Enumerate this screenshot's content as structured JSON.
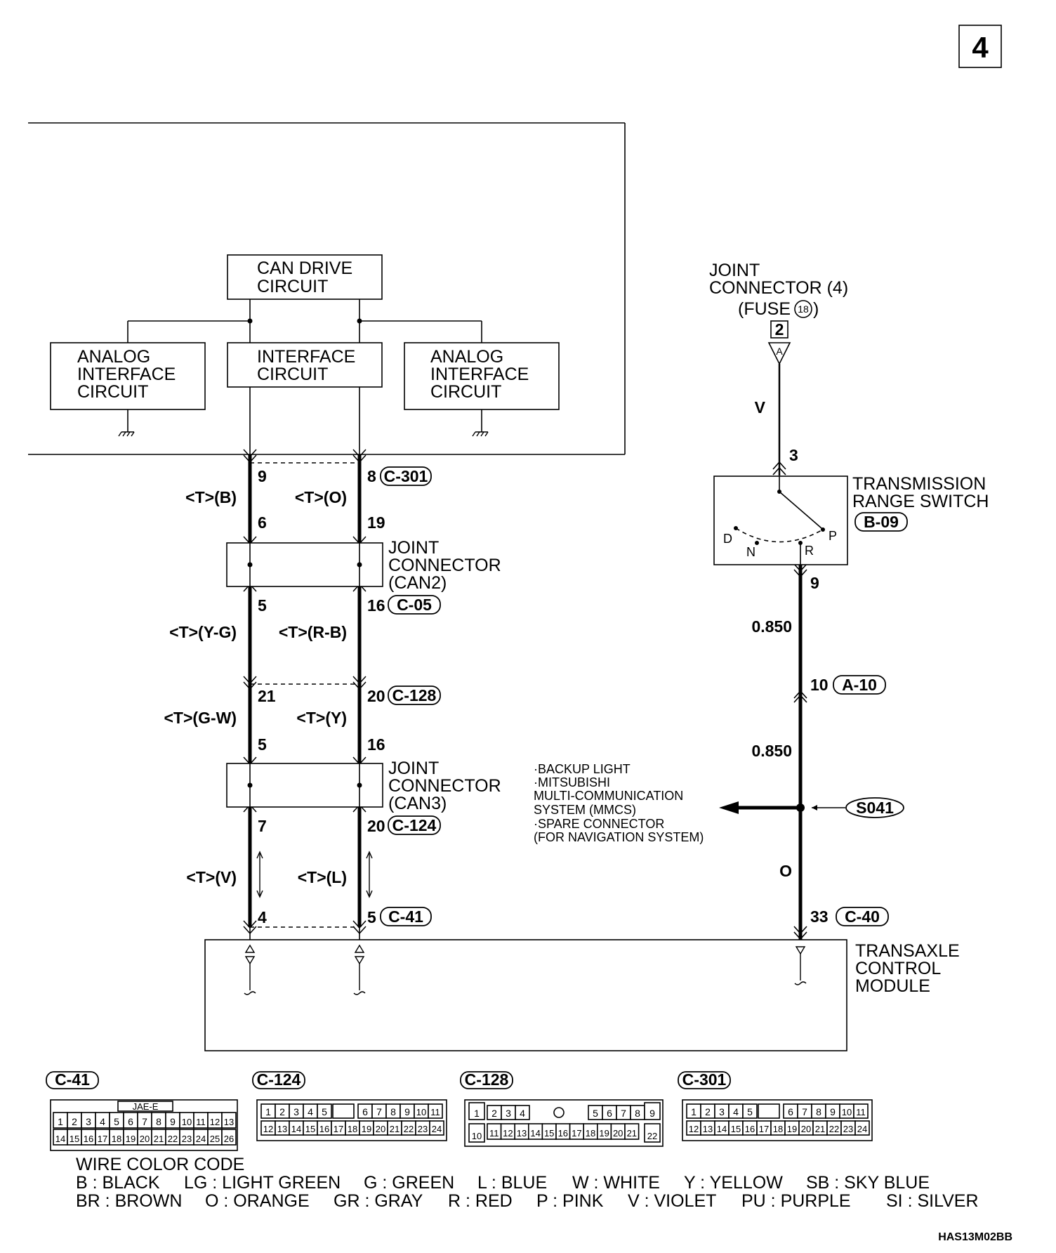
{
  "page_number": "4",
  "blocks": {
    "can_drive": [
      "CAN DRIVE",
      "CIRCUIT"
    ],
    "analog_left": [
      "ANALOG",
      "INTERFACE",
      "CIRCUIT"
    ],
    "interface": [
      "INTERFACE",
      "CIRCUIT"
    ],
    "analog_right": [
      "ANALOG",
      "INTERFACE",
      "CIRCUIT"
    ]
  },
  "joint_connector_top": {
    "lines": [
      "JOINT",
      "CONNECTOR (4)",
      "(FUSE"
    ],
    "fuse_num": "18",
    "pin": "2",
    "terminal": "A"
  },
  "transmission_range_switch": {
    "lines": [
      "TRANSMISSION",
      "RANGE SWITCH"
    ],
    "connector": "B-09",
    "positions": [
      "D",
      "N",
      "R",
      "P"
    ]
  },
  "joint_can2": [
    "JOINT",
    "CONNECTOR",
    "(CAN2)"
  ],
  "joint_can3": [
    "JOINT",
    "CONNECTOR",
    "(CAN3)"
  ],
  "tcm": [
    "TRANSAXLE",
    "CONTROL",
    "MODULE"
  ],
  "connectors": {
    "c301": "C-301",
    "c05": "C-05",
    "c128": "C-128",
    "c124": "C-124",
    "c41": "C-41",
    "a10": "A-10",
    "c40": "C-40"
  },
  "wire_labels": {
    "w1": "<T>(B)",
    "w2": "<T>(O)",
    "w3": "<T>(Y-G)",
    "w4": "<T>(R-B)",
    "w5": "<T>(G-W)",
    "w6": "<T>(Y)",
    "w7": "<T>(V)",
    "w8": "<T>(L)",
    "right_v": "V",
    "right_size1": "0.850",
    "right_size2": "0.850",
    "right_o": "O"
  },
  "pins": {
    "l1": "9",
    "r1": "8",
    "l2": "6",
    "r2": "19",
    "l3": "5",
    "r3": "16",
    "l4": "21",
    "r4": "20",
    "l5": "5",
    "r5": "16",
    "l6": "7",
    "r6": "20",
    "l7": "4",
    "r7": "5",
    "trs_in": "3",
    "trs_out": "9",
    "a10": "10",
    "c40": "33"
  },
  "splice": {
    "id": "S041",
    "branch_text": [
      "·BACKUP LIGHT",
      "·MITSUBISHI",
      " MULTI-COMMUNICATION",
      " SYSTEM (MMCS)",
      "·SPARE CONNECTOR",
      " (FOR NAVIGATION SYSTEM)"
    ]
  },
  "connector_faces": {
    "c41": {
      "title": "C-41",
      "tag": "JAE-E",
      "row1": [
        "1",
        "2",
        "3",
        "4",
        "5",
        "6",
        "7",
        "8",
        "9",
        "10",
        "11",
        "12",
        "13"
      ],
      "row2": [
        "14",
        "15",
        "16",
        "17",
        "18",
        "19",
        "20",
        "21",
        "22",
        "23",
        "24",
        "25",
        "26"
      ]
    },
    "c124": {
      "title": "C-124",
      "row1": [
        "1",
        "2",
        "3",
        "4",
        "5",
        "6",
        "7",
        "8",
        "9",
        "10",
        "11"
      ],
      "row2": [
        "12",
        "13",
        "14",
        "15",
        "16",
        "17",
        "18",
        "19",
        "20",
        "21",
        "22",
        "23",
        "24"
      ]
    },
    "c128": {
      "title": "C-128",
      "row1": [
        "1",
        "2",
        "3",
        "4",
        "5",
        "6",
        "7",
        "8",
        "9"
      ],
      "row2": [
        "10",
        "11",
        "12",
        "13",
        "14",
        "15",
        "16",
        "17",
        "18",
        "19",
        "20",
        "21",
        "22"
      ]
    },
    "c301": {
      "title": "C-301",
      "row1": [
        "1",
        "2",
        "3",
        "4",
        "5",
        "6",
        "7",
        "8",
        "9",
        "10",
        "11"
      ],
      "row2": [
        "12",
        "13",
        "14",
        "15",
        "16",
        "17",
        "18",
        "19",
        "20",
        "21",
        "22",
        "23",
        "24"
      ]
    }
  },
  "legend": {
    "title": "WIRE COLOR CODE",
    "row1": [
      "B : BLACK",
      "LG : LIGHT GREEN",
      "G : GREEN",
      "L : BLUE",
      "W : WHITE",
      "Y : YELLOW",
      "SB : SKY BLUE"
    ],
    "row2": [
      "BR : BROWN",
      "O : ORANGE",
      "GR : GRAY",
      "R : RED",
      "P : PINK",
      "V : VIOLET",
      "PU : PURPLE",
      "SI : SILVER"
    ]
  },
  "figure_code": "HAS13M02BB"
}
